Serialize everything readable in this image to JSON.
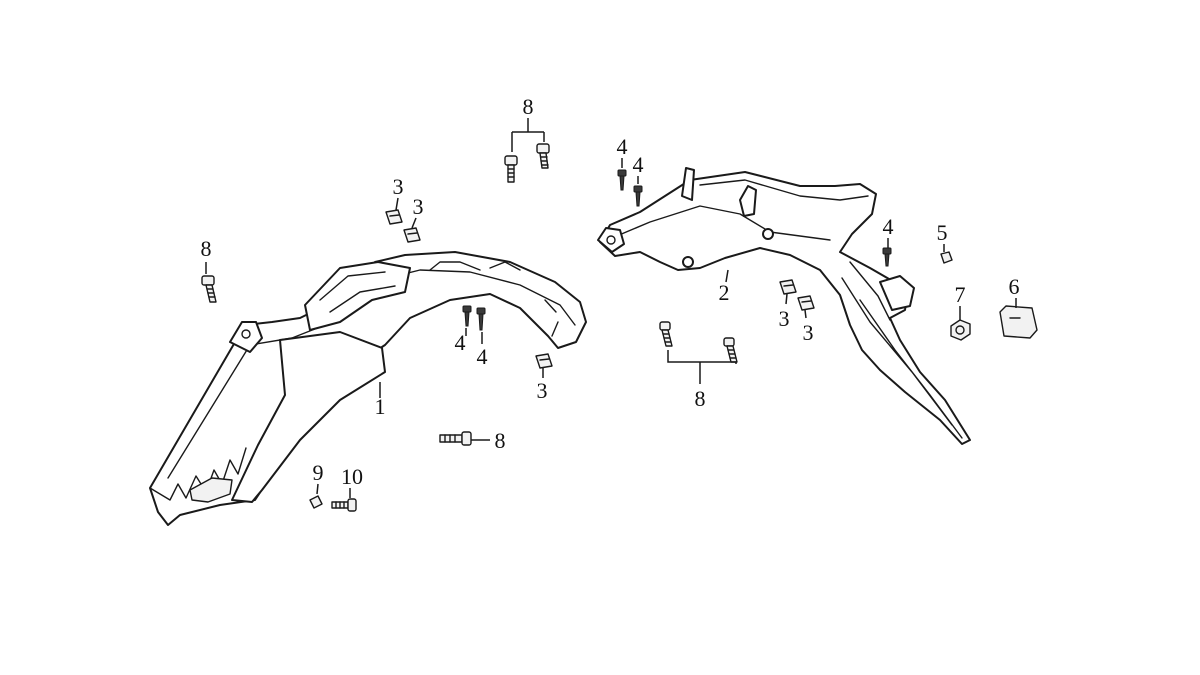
{
  "diagram": {
    "background": "#ffffff",
    "ink": "#1a1a1a",
    "parts": [
      {
        "ref": "front-fender-body",
        "callout": "1"
      },
      {
        "ref": "rear-fender-bracket",
        "callout": "2"
      }
    ],
    "callouts": {
      "c1": "1",
      "c2": "2",
      "c3a": "3",
      "c3b": "3",
      "c3c": "3",
      "c3d": "3",
      "c3e": "3",
      "c4a": "4",
      "c4b": "4",
      "c4c": "4",
      "c4d": "4",
      "c4e": "4",
      "c5": "5",
      "c6": "6",
      "c7": "7",
      "c8a": "8",
      "c8b": "8",
      "c8c": "8",
      "c8d": "8",
      "c9": "9",
      "c10": "10"
    }
  }
}
